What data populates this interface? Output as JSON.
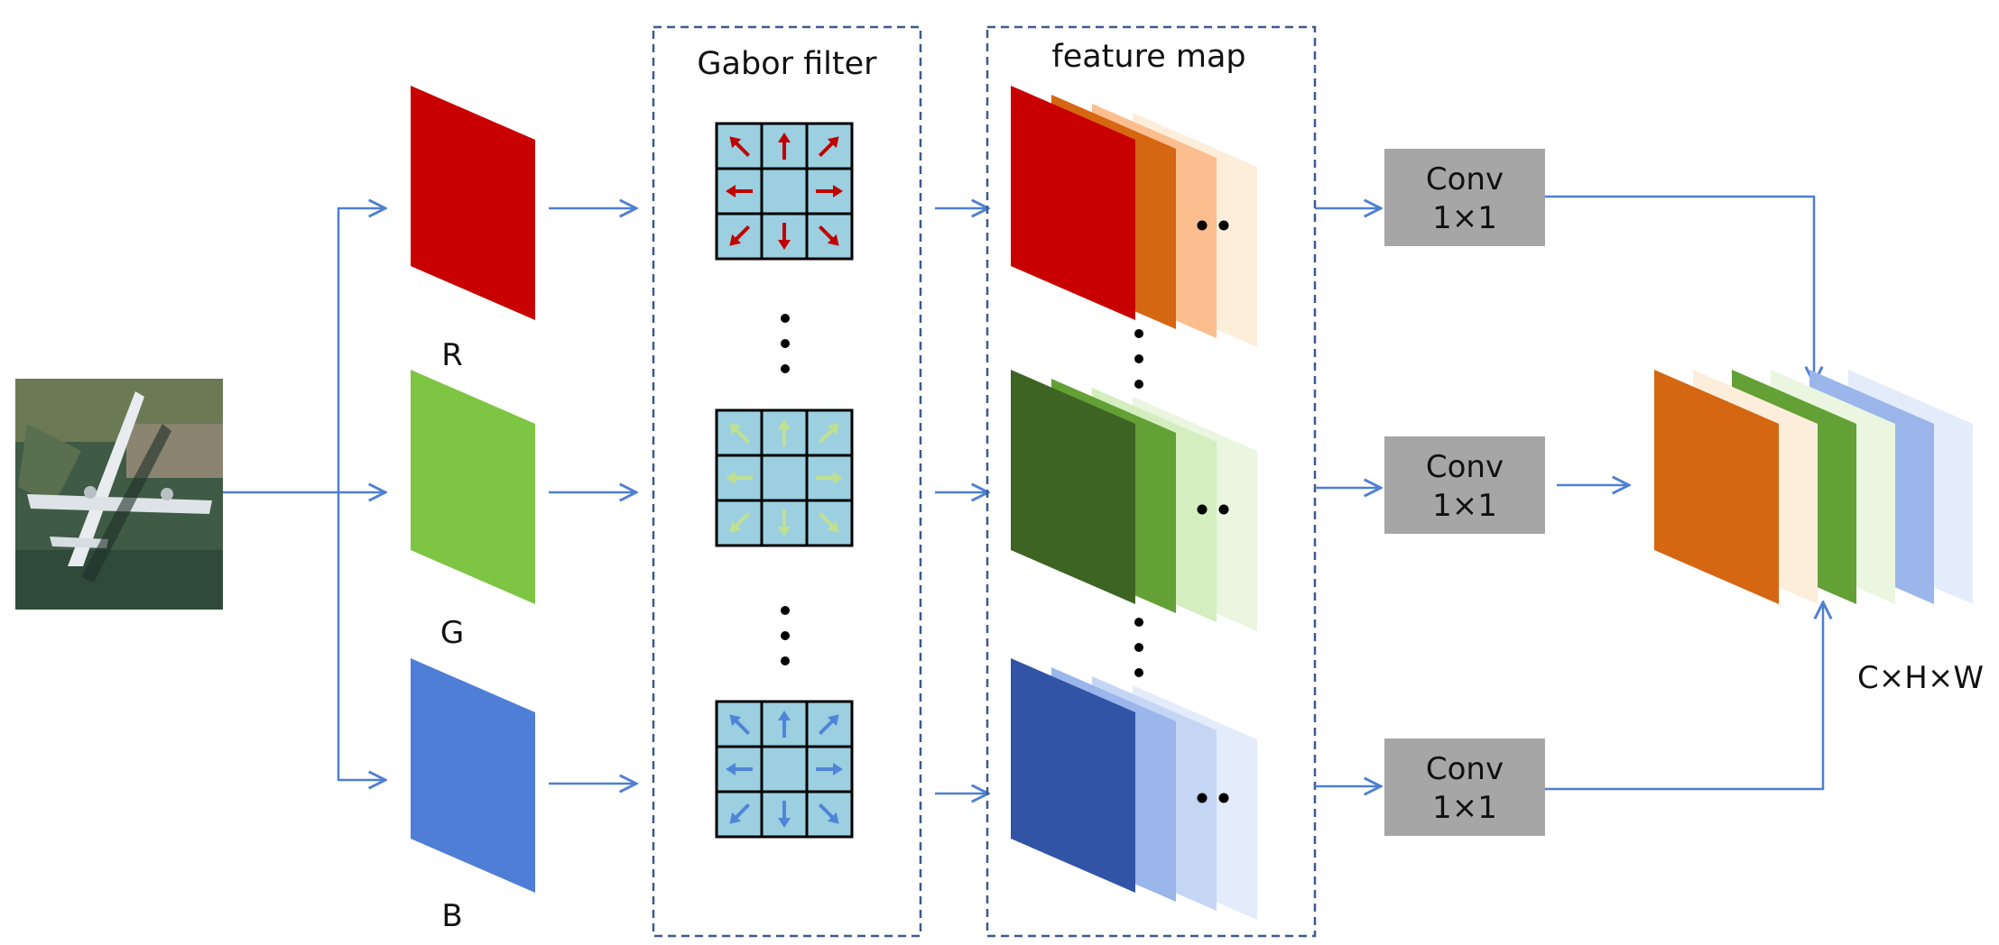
{
  "channels": [
    {
      "label": "R",
      "color": "#c80000"
    },
    {
      "label": "G",
      "color": "#7dc543"
    },
    {
      "label": "B",
      "color": "#4f7ed6"
    }
  ],
  "gabor_filter": {
    "title": "Gabor filter",
    "cell_color": "#9ccfe0",
    "arrow_colors": [
      "#c00000",
      "#bfe090",
      "#4f85d8"
    ]
  },
  "feature_map": {
    "title": "feature map",
    "stacks": [
      {
        "colors": [
          "#c80000",
          "#d56612",
          "#fcbe8e",
          "#fdeedc"
        ]
      },
      {
        "colors": [
          "#3e6424",
          "#63a035",
          "#d4eec0",
          "#eaf6e0"
        ]
      },
      {
        "colors": [
          "#3254a6",
          "#9ab6ea",
          "#c5d5f4",
          "#e4ebfa"
        ]
      }
    ]
  },
  "conv_blocks": [
    {
      "line1": "Conv",
      "line2": "1×1"
    },
    {
      "line1": "Conv",
      "line2": "1×1"
    },
    {
      "line1": "Conv",
      "line2": "1×1"
    }
  ],
  "output": {
    "label": "C×H×W",
    "colors": [
      "#d56612",
      "#fdeedc",
      "#63a035",
      "#eaf6e0",
      "#9ab6ea",
      "#e4ebfa"
    ]
  },
  "colors": {
    "arrow": "#4f7fd1",
    "dashed_border": "#3b5a8e",
    "conv_fill": "#a6a6a6",
    "grid_line": "#000000"
  },
  "icons": {
    "input_image": "airplane-satellite-icon"
  }
}
